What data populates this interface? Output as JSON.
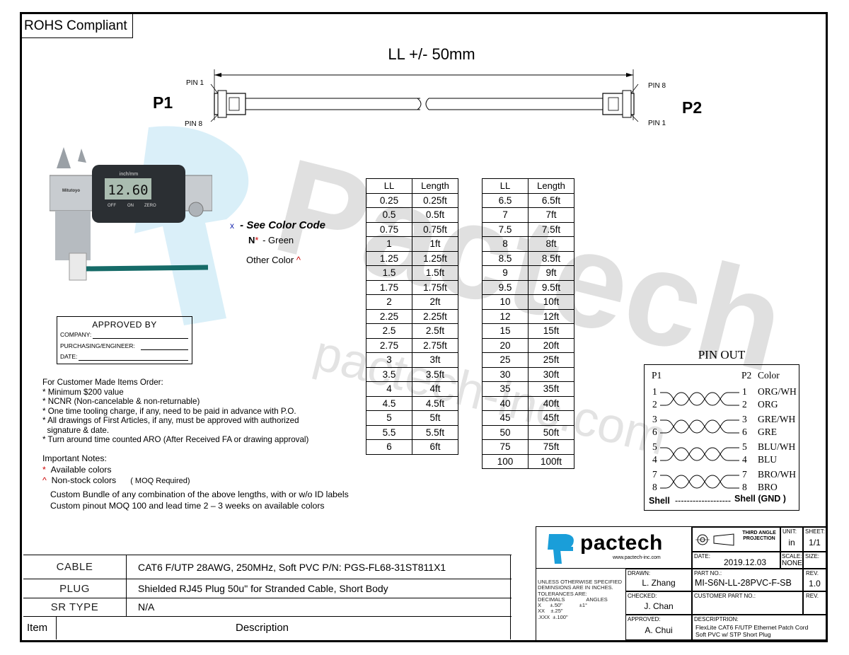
{
  "header": {
    "rohs": "ROHS Compliant"
  },
  "cable_drawing": {
    "length_label": "LL +/- 50mm",
    "p1": "P1",
    "p2": "P2",
    "p1_pin_top": "PIN 1",
    "p1_pin_bottom": "PIN 8",
    "p2_pin_top": "PIN 8",
    "p2_pin_bottom": "PIN 1"
  },
  "caliper": {
    "reading": "12.60",
    "unit_label": "inch/mm",
    "off": "OFF",
    "on": "ON",
    "zero": "ZERO",
    "brand": "Mitutoyo"
  },
  "color_code": {
    "x_mark": "x",
    "see_color_code": "- See Color Code",
    "n_mark": "N",
    "n_sym": "*",
    "green": "-  Green",
    "other_color": "Other Color",
    "other_sym": "^"
  },
  "approved_box": {
    "title": "APPROVED BY",
    "company": "COMPANY:",
    "purchasing": "PURCHASING/ENGINEER:",
    "date": "DATE:"
  },
  "customer_notes": {
    "title": "For Customer Made Items Order:",
    "items": [
      "* Minimum $200 value",
      "* NCNR (Non-cancelable & non-returnable)",
      "* One time tooling charge, if any, need to be paid in advance with P.O.",
      "* All drawings of First Articles, if any, must be approved with authorized",
      "  signature & date.",
      "* Turn around time counted ARO (After Received FA or drawing approval)"
    ]
  },
  "important_notes": {
    "title": "Important Notes:",
    "avail_sym": "*",
    "avail": "Available colors",
    "nonstock_sym": "^",
    "nonstock": "Non-stock colors",
    "moq": "( MOQ  Required)",
    "bundle": "Custom Bundle of any combination of the above lengths, with or w/o ID labels",
    "pinout": "Custom pinout MOQ 100 and lead time 2 – 3 weeks on available colors"
  },
  "length_table_1": {
    "headers": [
      "LL",
      "Length"
    ],
    "rows": [
      [
        "0.25",
        "0.25ft"
      ],
      [
        "0.5",
        "0.5ft"
      ],
      [
        "0.75",
        "0.75ft"
      ],
      [
        "1",
        "1ft"
      ],
      [
        "1.25",
        "1.25ft"
      ],
      [
        "1.5",
        "1.5ft"
      ],
      [
        "1.75",
        "1.75ft"
      ],
      [
        "2",
        "2ft"
      ],
      [
        "2.25",
        "2.25ft"
      ],
      [
        "2.5",
        "2.5ft"
      ],
      [
        "2.75",
        "2.75ft"
      ],
      [
        "3",
        "3ft"
      ],
      [
        "3.5",
        "3.5ft"
      ],
      [
        "4",
        "4ft"
      ],
      [
        "4.5",
        "4.5ft"
      ],
      [
        "5",
        "5ft"
      ],
      [
        "5.5",
        "5.5ft"
      ],
      [
        "6",
        "6ft"
      ]
    ]
  },
  "length_table_2": {
    "headers": [
      "LL",
      "Length"
    ],
    "rows": [
      [
        "6.5",
        "6.5ft"
      ],
      [
        "7",
        "7ft"
      ],
      [
        "7.5",
        "7.5ft"
      ],
      [
        "8",
        "8ft"
      ],
      [
        "8.5",
        "8.5ft"
      ],
      [
        "9",
        "9ft"
      ],
      [
        "9.5",
        "9.5ft"
      ],
      [
        "10",
        "10ft"
      ],
      [
        "12",
        "12ft"
      ],
      [
        "15",
        "15ft"
      ],
      [
        "20",
        "20ft"
      ],
      [
        "25",
        "25ft"
      ],
      [
        "30",
        "30ft"
      ],
      [
        "35",
        "35ft"
      ],
      [
        "40",
        "40ft"
      ],
      [
        "45",
        "45ft"
      ],
      [
        "50",
        "50ft"
      ],
      [
        "75",
        "75ft"
      ],
      [
        "100",
        "100ft"
      ]
    ]
  },
  "pinout": {
    "title": "PIN OUT",
    "h_p1": "P1",
    "h_p2": "P2",
    "h_color": "Color",
    "pairs": [
      {
        "a": "1",
        "b": "2",
        "ca": "ORG/WH",
        "cb": "ORG"
      },
      {
        "a": "3",
        "b": "6",
        "ca": "GRE/WH",
        "cb": "GRE"
      },
      {
        "a": "5",
        "b": "4",
        "ca": "BLU/WH",
        "cb": "BLU"
      },
      {
        "a": "7",
        "b": "8",
        "ca": "BRO/WH",
        "cb": "BRO"
      }
    ],
    "shell_left": "Shell",
    "shell_dashes": "-------------------",
    "shell_right": "Shell (GND )"
  },
  "watermark": {
    "brand": "Pactech",
    "url": "pactech-inc.com"
  },
  "description_table": {
    "rows": [
      {
        "label": "CABLE",
        "value": "CAT6 F/UTP 28AWG, 250MHz, Soft PVC   P/N: PGS-FL68-31ST811X1"
      },
      {
        "label": "PLUG",
        "value": "Shielded RJ45 Plug 50u\" for Stranded Cable, Short Body"
      },
      {
        "label": "SR TYPE",
        "value": "N/A"
      }
    ],
    "item_header": "Item",
    "description_header": "Description"
  },
  "title_block": {
    "logo": "pactech",
    "logo_url": "www.pactech-inc.com",
    "projection": "THIRD ANGLE PROJECTION",
    "unit_label": "UNIT:",
    "unit": "in",
    "sheet_label": "SHEET:",
    "sheet": "1/1",
    "date_label": "DATE:",
    "date": "2019.12.03",
    "scale_label": "SCALE:",
    "scale": "NONE",
    "size_label": "SIZE:",
    "tolerance_lines": [
      "UNLESS OTHERWISE SPECIFIED",
      "DEMINSIONS ARE IN INCHES.",
      "TOLERANCES ARE:"
    ],
    "decimals_label": "DECIMALS",
    "angles_label": "ANGLES",
    "tol_x": "X      ±.50\"",
    "tol_xx": "XX    ±.25\"",
    "tol_xxx": ".XXX  ±.100\"",
    "tol_angle": "±1°",
    "drawn_label": "DRAWN:",
    "drawn": "L. Zhang",
    "checked_label": "CHECKED:",
    "checked": "J. Chan",
    "approved_label": "APPROVED:",
    "approved": "A. Chui",
    "part_no_label": "PART NO.:",
    "part_no": "MI-S6N-LL-28PVC-F-SB",
    "rev_label": "REV.",
    "rev": "1.0",
    "customer_part_label": "CUSTOMER PART NO.:",
    "rev2_label": "REV.",
    "description_label": "DESCRIPTRION:",
    "description_line1": "FlexLite CAT6 F/UTP Ethernet Patch Cord",
    "description_line2": "Soft PVC w/ STP Short Plug"
  }
}
